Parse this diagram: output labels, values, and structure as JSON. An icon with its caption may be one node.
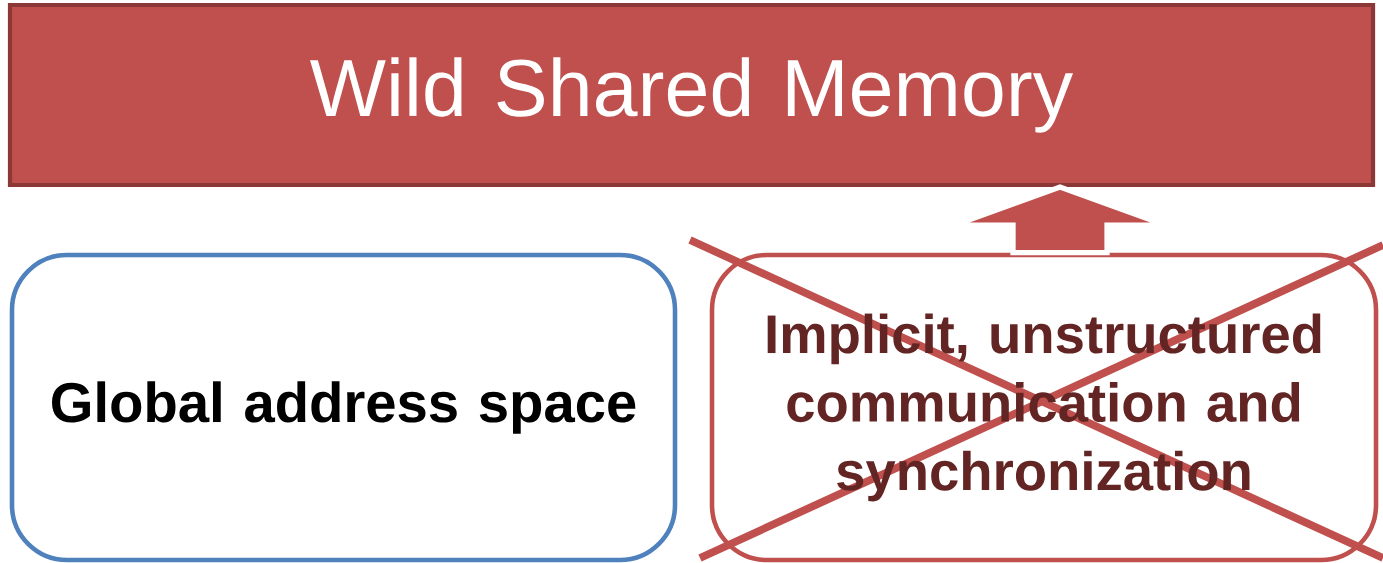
{
  "diagram": {
    "nodes": [
      {
        "text": [
          "Wild Shared Memory"
        ]
      },
      {
        "text": [
          "Global address space"
        ]
      },
      {
        "text": [
          "Implicit, unstructured communication and synchronization"
        ]
      }
    ],
    "edges": [
      {
        "from": 2,
        "to": 0,
        "arrow": "to"
      }
    ]
  }
}
